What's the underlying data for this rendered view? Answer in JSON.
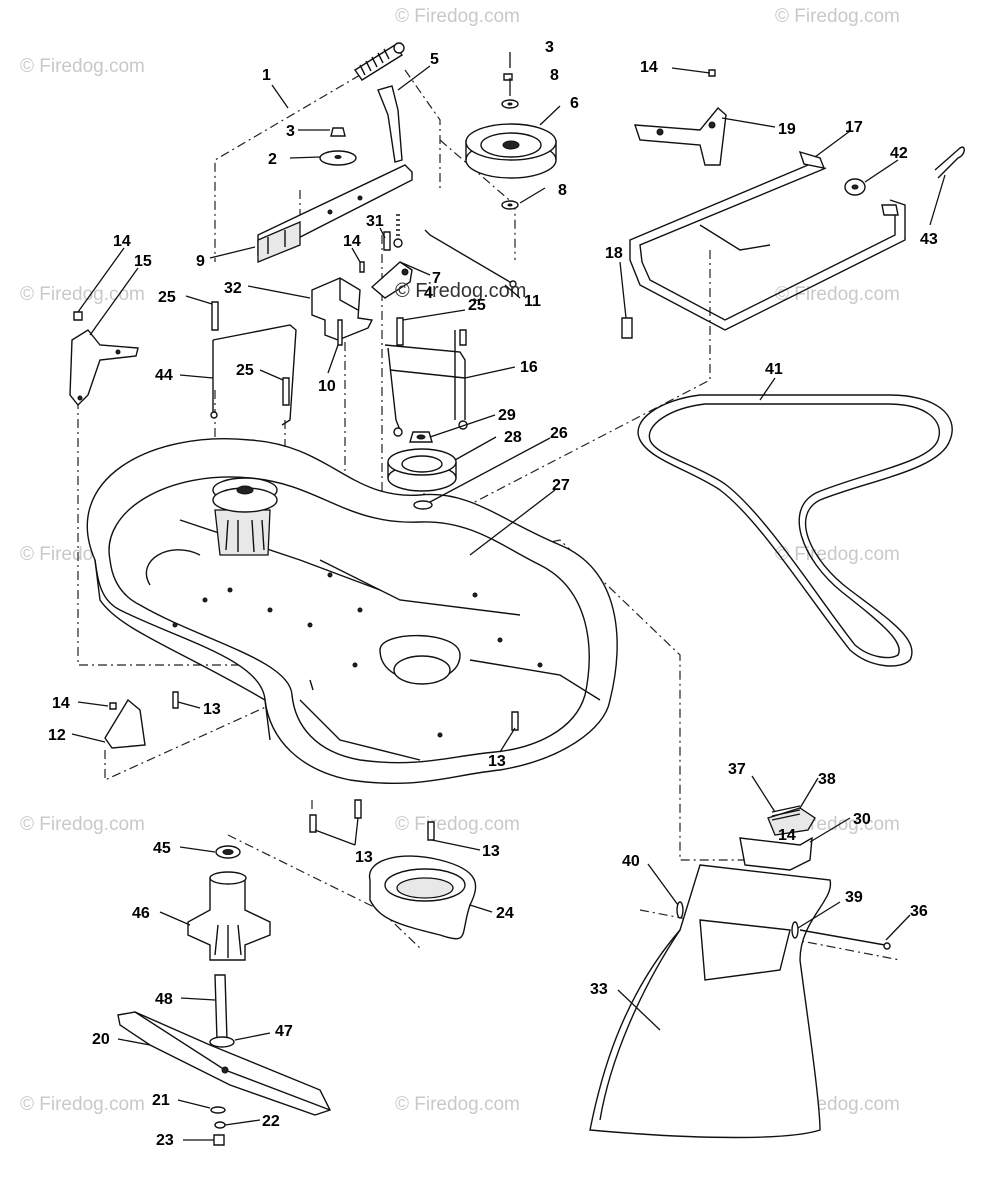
{
  "watermark": "© Firedog.com",
  "inline_watermark": "© Firedog.com",
  "part_labels": [
    "1",
    "2",
    "3",
    "3",
    "4",
    "5",
    "6",
    "7",
    "8",
    "8",
    "9",
    "10",
    "11",
    "12",
    "13",
    "13",
    "13",
    "13",
    "13",
    "14",
    "14",
    "14",
    "14",
    "14",
    "15",
    "16",
    "17",
    "18",
    "19",
    "20",
    "21",
    "22",
    "23",
    "24",
    "25",
    "25",
    "25",
    "26",
    "27",
    "28",
    "29",
    "30",
    "31",
    "32",
    "33",
    "36",
    "37",
    "38",
    "39",
    "40",
    "41",
    "42",
    "43",
    "44",
    "45",
    "46",
    "47",
    "48"
  ]
}
